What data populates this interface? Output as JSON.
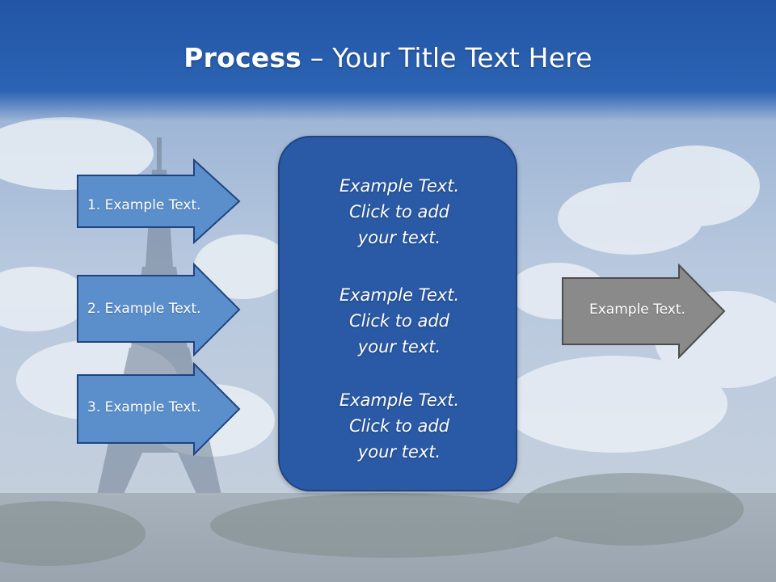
{
  "slide": {
    "title_bold": "Process",
    "title_rest": " – Your Title Text Here"
  },
  "left_arrows": [
    {
      "label": "1. Example Text."
    },
    {
      "label": "2. Example Text."
    },
    {
      "label": "3. Example Text."
    }
  ],
  "center_box": {
    "blocks": [
      {
        "line1": "Example Text.",
        "line2": "Click  to add",
        "line3": "your text."
      },
      {
        "line1": "Example Text.",
        "line2": "Click  to add",
        "line3": "your text."
      },
      {
        "line1": "Example Text.",
        "line2": "Click  to add",
        "line3": "your text."
      }
    ]
  },
  "right_arrow": {
    "label": "Example Text."
  },
  "colors": {
    "title_bar": "#2c63b3",
    "left_arrow_fill": "#5b8fcb",
    "center_box_fill": "#2a5aa6",
    "right_arrow_fill": "#8a8a8a"
  }
}
